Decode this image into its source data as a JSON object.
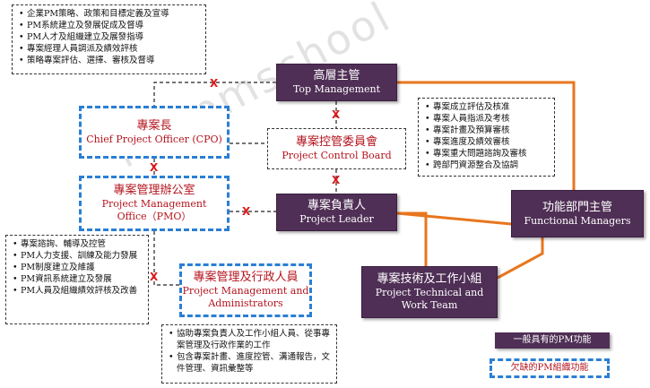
{
  "notes": {
    "top_left": [
      "企業PM策略、政策和目標定義及宣導",
      "PM系統建立及發展促成及督導",
      "PM人才及組織建立及展發指導",
      "專案經理人員調派及績效評核",
      "策略專案評估、選擇、審核及督導"
    ],
    "right": [
      "專案成立評估及核准",
      "專案人員指派及考核",
      "專案計畫及預算審核",
      "專案進度及績效審核",
      "專案重大問題諮詢及審核",
      "跨部門資源整合及協調"
    ],
    "left_mid": [
      "專案諮詢、輔導及控管",
      "PM人力支援、訓練及能力發展",
      "PM制度建立及維護",
      "PM資訊系統建立及發展",
      "PM人員及組織績效評核及改善"
    ],
    "bottom": [
      "協助專案負責人及工作小組人員、從事專案管理及行政作業的工作",
      "包含專案計畫、進度控管、溝通報告，文件管理、資訊彙整等"
    ]
  },
  "boxes": {
    "top_mgmt": {
      "zh": "高層主管",
      "en": "Top Management"
    },
    "pcb": {
      "zh": "專案控管委員會",
      "en": "Project Control Board"
    },
    "leader": {
      "zh": "專案負責人",
      "en": "Project Leader"
    },
    "functional": {
      "zh": "功能部門主管",
      "en": "Functional Managers"
    },
    "team": {
      "zh": "專案技術及工作小組",
      "en1": "Project Technical and",
      "en2": "Work Team"
    },
    "cpo": {
      "zh": "專案長",
      "en": "Chief Project Officer (CPO)"
    },
    "pmo": {
      "zh": "專案管理辦公室",
      "en1": "Project Management",
      "en2": "Office（PMO）"
    },
    "admin": {
      "zh": "專案管理及行政人員",
      "en1": "Project Management and",
      "en2": "Administrators"
    }
  },
  "legend": {
    "existing": "一般具有的PM功能",
    "missing": "欠缺的PM組織功能"
  },
  "mark": "X",
  "watermark": "krispmschool",
  "colors": {
    "purple": "#4f2f55",
    "orange": "#e8761e",
    "blue": "#2a7fd4",
    "red": "#e01818"
  }
}
